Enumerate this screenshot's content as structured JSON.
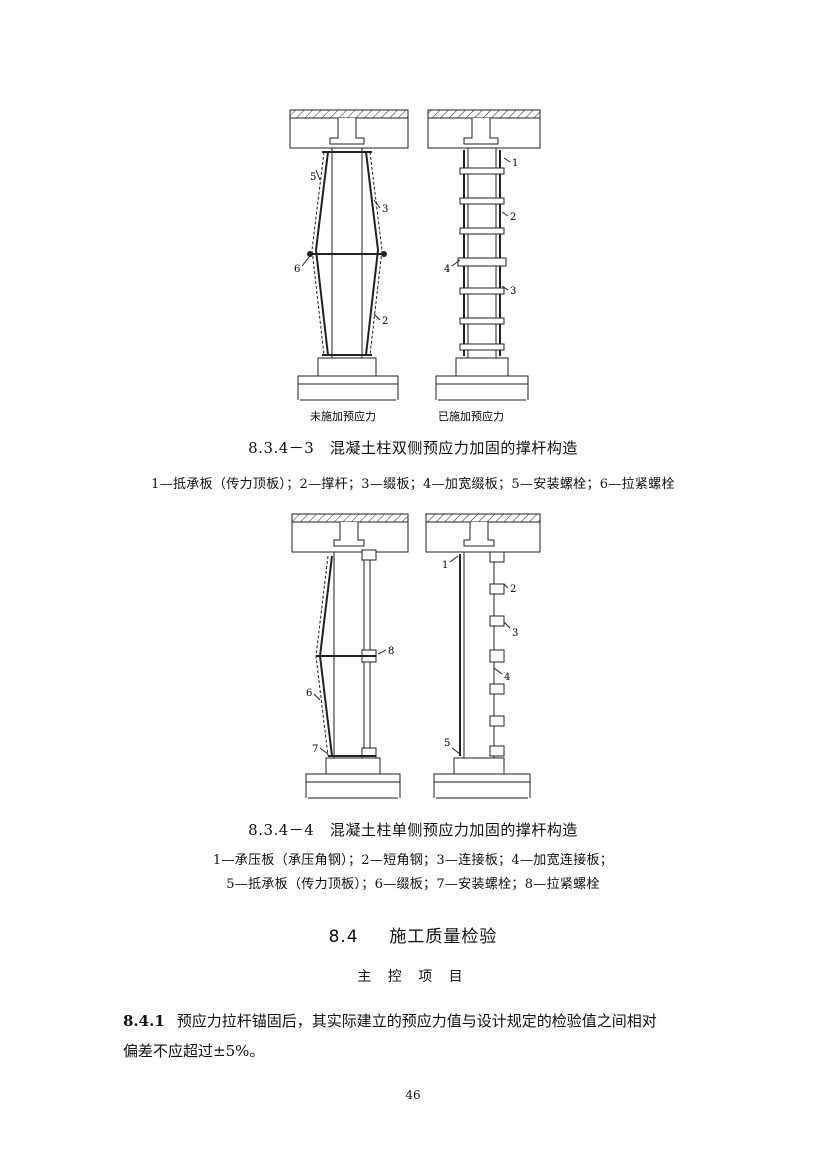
{
  "figure1": {
    "panel_left_label": "未施加预应力",
    "panel_right_label": "已施加预应力",
    "callouts_left": [
      "5",
      "3",
      "6",
      "2"
    ],
    "callouts_right": [
      "1",
      "2",
      "4",
      "3"
    ],
    "caption": "8.3.4－3　混凝土柱双侧预应力加固的撑杆构造",
    "legend": "1—抵承板（传力顶板）；2—撑杆；3—缀板；4—加宽缀板；5—安装螺栓；6—拉紧螺栓"
  },
  "figure2": {
    "callouts_left": [
      "8",
      "6",
      "7"
    ],
    "callouts_right": [
      "1",
      "2",
      "3",
      "4",
      "5"
    ],
    "caption": "8.3.4－4　混凝土柱单侧预应力加固的撑杆构造",
    "legend_line1": "1—承压板（承压角钢）；2—短角钢；3—连接板；4—加宽连接板；",
    "legend_line2": "5—抵承板（传力顶板）；6—缀板；7—安装螺栓；8—拉紧螺栓"
  },
  "section": {
    "number": "8.4",
    "title": "施工质量检验",
    "subheading": "主 控 项 目"
  },
  "clause": {
    "number": "8.4.1",
    "text_line1": "预应力拉杆锚固后，其实际建立的预应力值与设计规定的检验值之间相对",
    "text_line2": "偏差不应超过±5%。"
  },
  "page_number": "46"
}
